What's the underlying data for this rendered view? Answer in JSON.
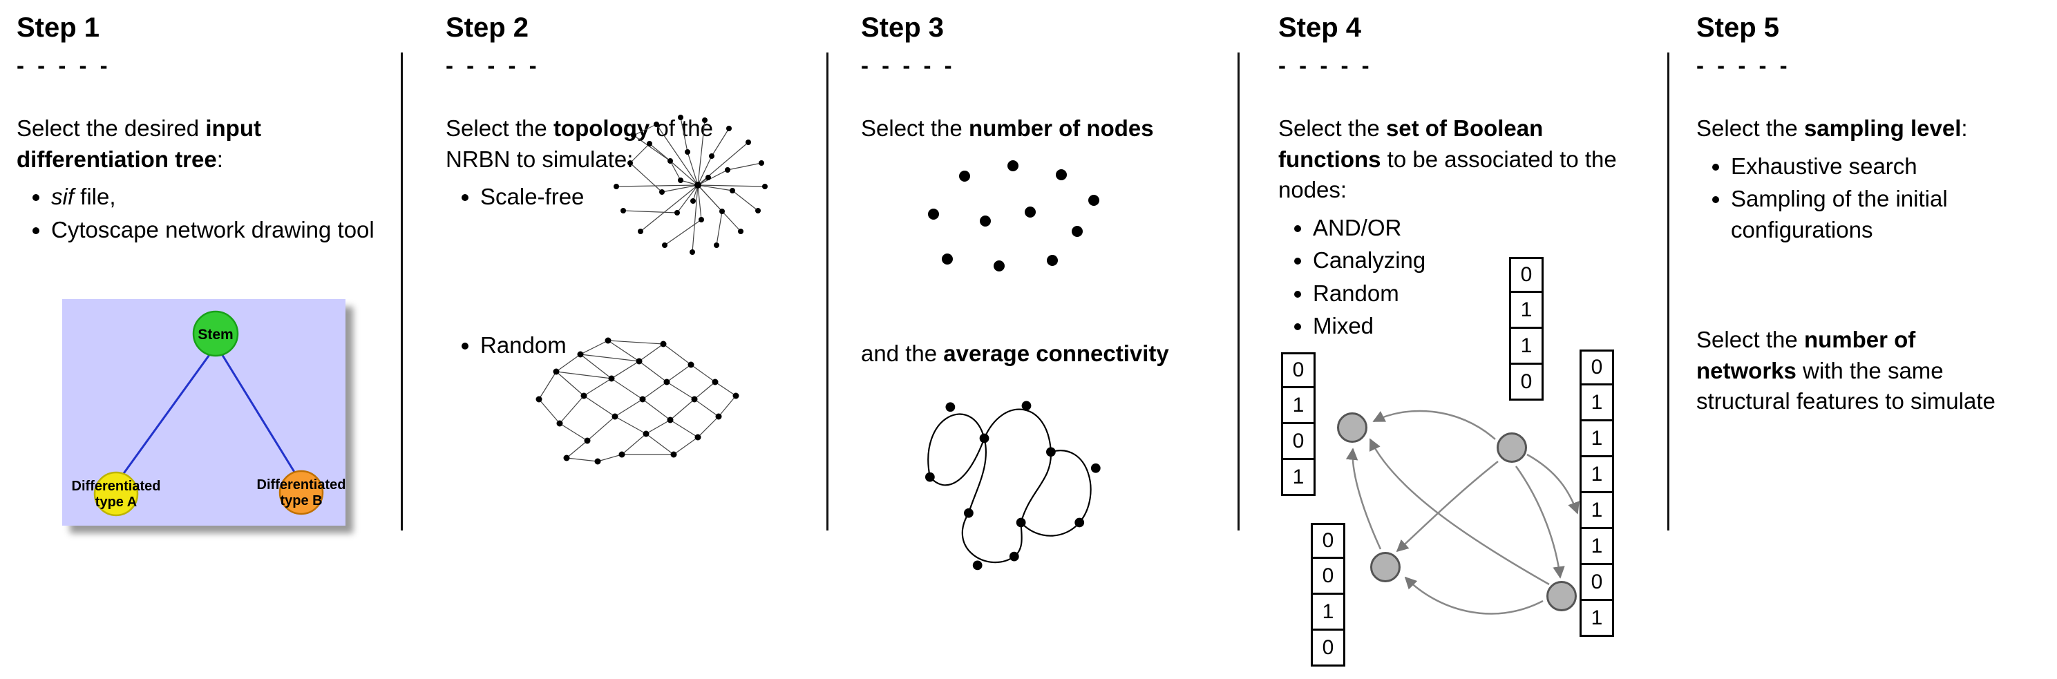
{
  "figure": {
    "background": "#ffffff",
    "divider_color": "#111111"
  },
  "steps": [
    {
      "title": "Step 1",
      "dashes": "- - - - -",
      "intro": {
        "pre": "Select the desired ",
        "bold": "input differentiation tree",
        "post": ":"
      },
      "bullets": [
        {
          "italic": "sif",
          "text": " file,"
        },
        {
          "text": "Cytoscape network drawing tool"
        }
      ],
      "tree": {
        "root_label": "Stem",
        "left_label_line1": "Differentiated",
        "left_label_line2": "type A",
        "right_label_line1": "Differentiated",
        "right_label_line2": "type B",
        "colors": {
          "panel_background": "#ccccff",
          "root_node": "#33cc33",
          "root_border": "#18a018",
          "left_node": "#f2e612",
          "left_border": "#bdb400",
          "right_node": "#f89b2e",
          "right_border": "#c07000",
          "edge": "#2233cc"
        }
      }
    },
    {
      "title": "Step 2",
      "dashes": "- - - - -",
      "intro": {
        "pre": "Select the ",
        "bold": "topology",
        "post": " of the NRBN to simulate:"
      },
      "bullets": [
        {
          "text": "Scale-free"
        },
        {
          "text": "Random"
        }
      ]
    },
    {
      "title": "Step 3",
      "dashes": "- - - - -",
      "line1": {
        "pre": "Select the ",
        "bold": "number of nodes",
        "post": ""
      },
      "line2": {
        "pre": "and the ",
        "bold": "average connectivity",
        "post": ""
      }
    },
    {
      "title": "Step 4",
      "dashes": "- - - - -",
      "intro": {
        "pre": "Select the ",
        "bold": "set of Boolean functions",
        "post": " to be associated to the nodes:"
      },
      "bullets": [
        {
          "text": "AND/OR"
        },
        {
          "text": "Canalyzing"
        },
        {
          "text": "Random"
        },
        {
          "text": "Mixed"
        }
      ],
      "truth_tables": {
        "left": [
          "0",
          "1",
          "0",
          "1"
        ],
        "top": [
          "0",
          "1",
          "1",
          "0"
        ],
        "bottom_left": [
          "0",
          "0",
          "1",
          "0"
        ],
        "right": [
          "0",
          "1",
          "1",
          "1",
          "1",
          "1",
          "0",
          "1"
        ]
      },
      "colors": {
        "node_fill": "#b3b3b3",
        "node_border": "#555555",
        "arrow": "#888888"
      }
    },
    {
      "title": "Step 5",
      "dashes": "- - - - -",
      "intro": {
        "pre": "Select the ",
        "bold": "sampling level",
        "post": ":"
      },
      "bullets": [
        {
          "text": "Exhaustive search"
        },
        {
          "text": "Sampling of the initial configurations"
        }
      ],
      "second": {
        "pre": "Select the ",
        "bold": "number of networks",
        "post": " with the same structural features to simulate"
      }
    }
  ]
}
